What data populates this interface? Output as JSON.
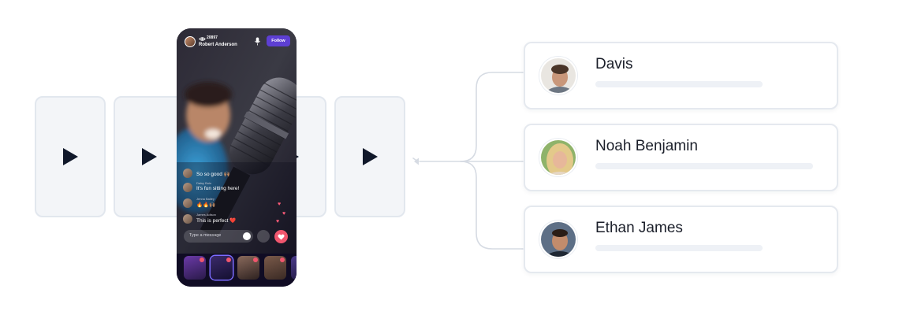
{
  "stream": {
    "viewer_count": "20897",
    "host_name": "Robert Anderson",
    "follow_label": "Follow",
    "message_placeholder": "Type a message",
    "comments": [
      {
        "name": "",
        "text": "So so good 🙌🏽"
      },
      {
        "name": "Daisy Buio",
        "text": "It's fun sitting here!"
      },
      {
        "name": "Jenna Bailey",
        "text": "🔥🔥🙌🏽"
      },
      {
        "name": "James Adison",
        "text": "This is perfect ❤️"
      }
    ]
  },
  "video_tiles": [
    {
      "icon": "play-icon"
    },
    {
      "icon": "play-icon"
    },
    {
      "icon": "play-icon"
    },
    {
      "icon": "play-icon"
    }
  ],
  "users": [
    {
      "name": "Davis",
      "avatar": "avatar-photo"
    },
    {
      "name": "Noah Benjamin",
      "avatar": "avatar-photo"
    },
    {
      "name": "Ethan James",
      "avatar": "avatar-photo"
    }
  ],
  "colors": {
    "follow_button": "#5d3fd3",
    "heart": "#f0566e",
    "tile_bg": "#f3f5f8",
    "connector": "#d6dbe3",
    "text_dark": "#1b1f2a"
  }
}
